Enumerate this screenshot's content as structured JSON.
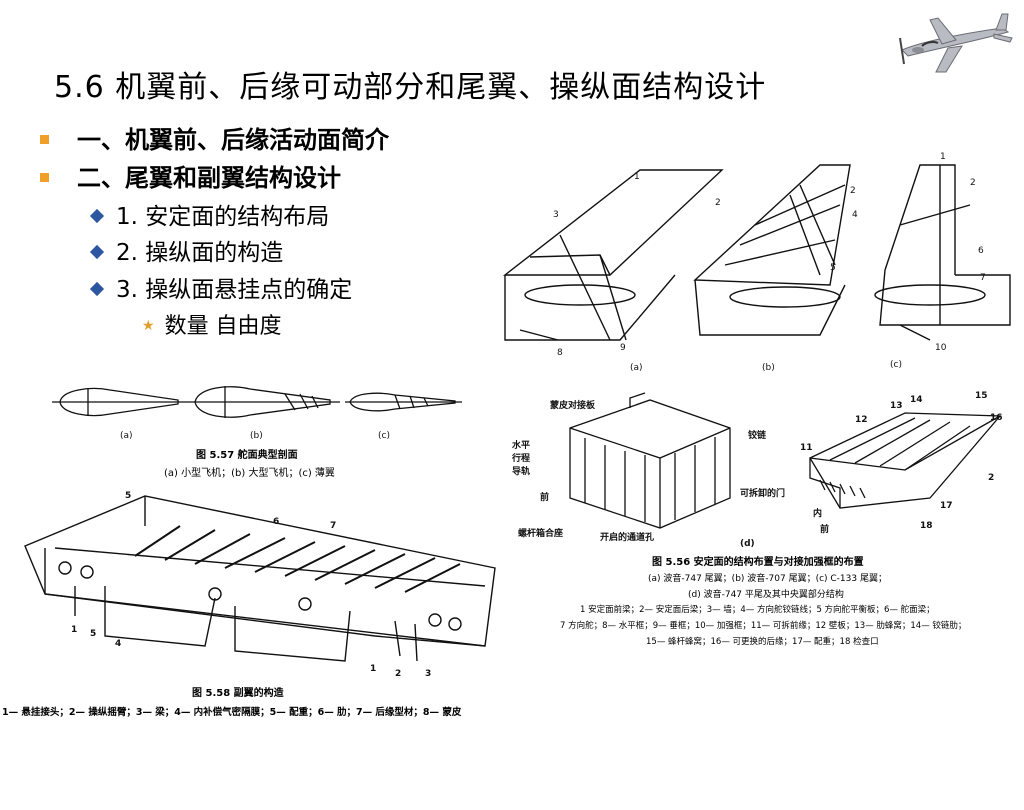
{
  "title": "5.6 机翼前、后缘可动部分和尾翼、操纵面结构设计",
  "bullets": {
    "l1_a": "一、机翼前、后缘活动面简介",
    "l1_b": "二、尾翼和副翼结构设计",
    "l2_a": "1. 安定面的结构布局",
    "l2_b": "2. 操纵面的构造",
    "l2_c": "3. 操纵面悬挂点的确定",
    "l3_a": "数量 自由度"
  },
  "fig_tail": {
    "sub_a": "(a)",
    "sub_b": "(b)",
    "sub_c": "(c)",
    "n1": "1",
    "n2": "2",
    "n3": "3",
    "n4": "4",
    "n5": "5",
    "n6": "6",
    "n7": "7",
    "n8": "8",
    "n9": "9",
    "n10": "10"
  },
  "fig_rudder": {
    "sub_a": "(a)",
    "sub_b": "(b)",
    "sub_c": "(c)",
    "caption": "图 5.57 舵面典型剖面",
    "sub_caption": "(a) 小型飞机；(b) 大型飞机；(c) 薄翼"
  },
  "fig_stab": {
    "lbl_skin": "蒙皮对接板",
    "lbl_hinge": "铰链",
    "lbl_rail1": "水平",
    "lbl_rail2": "行程",
    "lbl_rail3": "导轨",
    "lbl_front": "前",
    "lbl_door": "可拆卸的门",
    "lbl_screw": "螺杆箱合座",
    "lbl_hole": "开启的通道孔",
    "lbl_d": "(d)",
    "lbl_in": "内",
    "lbl_fwd": "前",
    "n11": "11",
    "n12": "12",
    "n13": "13",
    "n14": "14",
    "n15": "15",
    "n16": "16",
    "n17": "17",
    "n18": "18",
    "n2": "2",
    "caption": "图 5.56 安定面的结构布置与对接加强框的布置",
    "line1": "(a) 波音-747 尾翼；(b) 波音-707 尾翼；(c) C-133 尾翼；",
    "line2": "(d) 波音-747 平尾及其中央翼部分结构",
    "line3": "1 安定面前梁；2— 安定面后梁；3— 墙；4— 方向舵铰链线；5 方向舵平衡板；6— 舵面梁；",
    "line4": "7 方向舵；8— 水平框；9— 垂框；10— 加强框；11— 可拆前缘；12 壁板；13— 肋蜂窝；14— 铰链肋；",
    "line5": "15— 蜂杆蜂窝；16— 可更换的后缘；17— 配重；18 检查口"
  },
  "fig_aileron": {
    "n1": "1",
    "n2": "2",
    "n3": "3",
    "n4": "4",
    "n5": "5",
    "n6": "6",
    "n7": "7",
    "caption": "图 5.58 副翼的构造",
    "legend": "1— 悬挂接头；2— 操纵摇臂；3— 梁；4— 内补偿气密隔膜；5— 配重；6— 肋；7— 后缘型材；8— 蒙皮"
  }
}
